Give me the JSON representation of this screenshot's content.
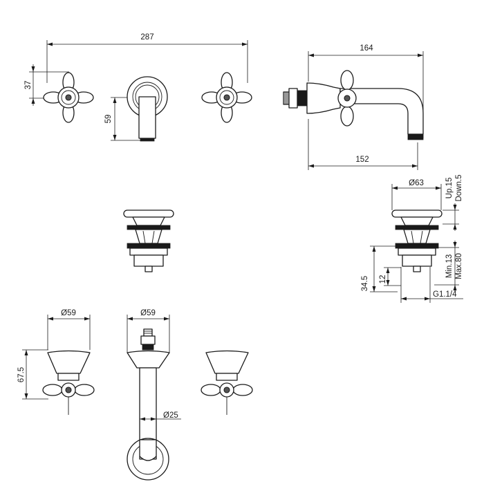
{
  "dimensions": {
    "top_width": "287",
    "handle_height": "37",
    "spout_drop": "59",
    "side_projection": "164",
    "side_spout": "152",
    "waste_diameter": "Ø63",
    "waste_up": "Up.15",
    "waste_down": "Down.5",
    "waste_min": "Min.13",
    "waste_max": "Max.80",
    "waste_height": "34.5",
    "waste_small": "12",
    "waste_thread": "G1.1/4",
    "bottom_handle_diameter": "Ø59",
    "bottom_handle_height": "67.5",
    "bottom_spout_diameter": "Ø59",
    "bottom_pipe_diameter": "Ø25"
  }
}
